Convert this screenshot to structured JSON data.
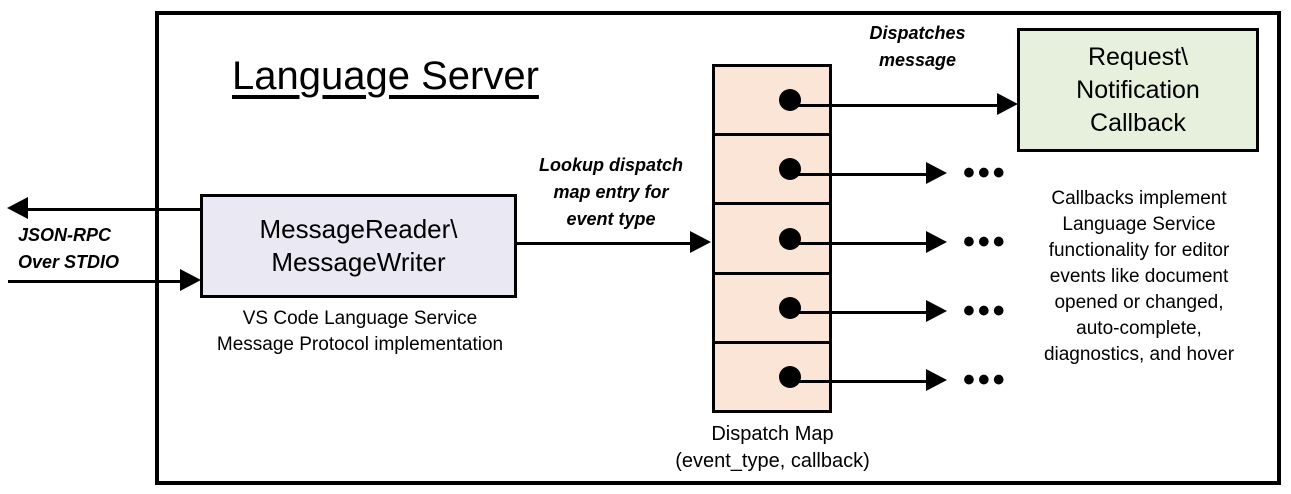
{
  "diagram": {
    "title": "Language Server",
    "outer_border_color": "#000000",
    "background": "#ffffff"
  },
  "external_channel": {
    "label_line1": "JSON-RPC",
    "label_line2": "Over STDIO",
    "outgoing_arrow_name": "arrow-out-left",
    "incoming_arrow_name": "arrow-in-right"
  },
  "message_rw": {
    "line1": "MessageReader\\",
    "line2": "MessageWriter",
    "fill": "#eae8f2",
    "caption_line1": "VS Code Language Service",
    "caption_line2": "Message Protocol implementation"
  },
  "lookup_edge": {
    "label_line1": "Lookup dispatch",
    "label_line2": "map entry for",
    "label_line3": "event type"
  },
  "dispatch_map": {
    "fill": "#fbe5d6",
    "cell_count": 5,
    "cells": [
      {
        "name": "dispatch-map-cell-1"
      },
      {
        "name": "dispatch-map-cell-2"
      },
      {
        "name": "dispatch-map-cell-3"
      },
      {
        "name": "dispatch-map-cell-4"
      },
      {
        "name": "dispatch-map-cell-5"
      }
    ],
    "caption_line1": "Dispatch Map",
    "caption_line2": "(event_type, callback)"
  },
  "dispatch_edge": {
    "label_line1": "Dispatches",
    "label_line2": "message"
  },
  "callback": {
    "line1": "Request\\",
    "line2": "Notification",
    "line3": "Callback",
    "fill": "#e7efdd",
    "caption_line1": "Callbacks implement",
    "caption_line2": "Language Service",
    "caption_line3": "functionality for editor",
    "caption_line4": "events like document",
    "caption_line5": "opened or changed,",
    "caption_line6": "auto-complete,",
    "caption_line7": "diagnostics, and hover"
  },
  "ellipses": {
    "glyph": "•••",
    "rows": [
      {
        "name": "ellipsis-row-2"
      },
      {
        "name": "ellipsis-row-3"
      },
      {
        "name": "ellipsis-row-4"
      },
      {
        "name": "ellipsis-row-5"
      }
    ]
  }
}
